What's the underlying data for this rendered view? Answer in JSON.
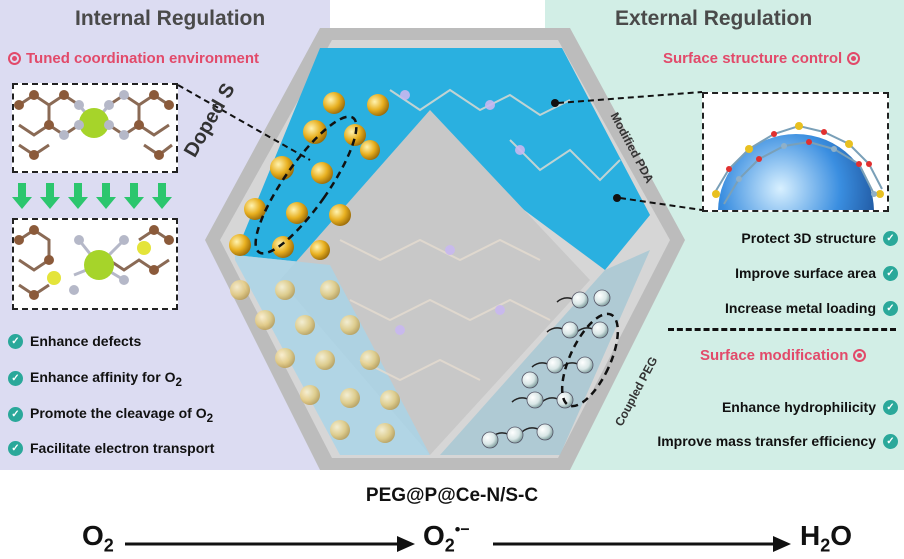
{
  "left": {
    "title": "Internal Regulation",
    "subtitle": "Tuned coordination environment",
    "items": [
      {
        "text": "Enhance defects"
      },
      {
        "text": "Enhance affinity for O",
        "sub": "2"
      },
      {
        "text": "Promote the cleavage of O",
        "sub": "2"
      },
      {
        "text": "Facilitate electron transport"
      }
    ]
  },
  "right": {
    "title": "External Regulation",
    "subtitle1": "Surface structure control",
    "items1": [
      "Protect 3D structure",
      "Improve surface area",
      "Increase metal loading"
    ],
    "subtitle2": "Surface modification",
    "items2": [
      "Enhance hydrophilicity",
      "Improve mass transfer efficiency"
    ]
  },
  "center": {
    "doped_label": "Doped S",
    "pda_label": "Modified PDA",
    "peg_label": "Coupled PEG",
    "material": "PEG@P@Ce-N/S-C"
  },
  "reaction": {
    "reactant": "O",
    "reactant_sub": "2",
    "intermediate": "O",
    "intermediate_sub": "2",
    "intermediate_sup": "•−",
    "product": "H",
    "product_sub": "2",
    "product_tail": "O"
  },
  "colors": {
    "left_bg": "#dcdcf2",
    "right_bg": "#d2eee6",
    "accent_red": "#e24a6a",
    "check": "#2aa89a",
    "facet_blue": "#2ab0e0",
    "sulfur": "#e8b020"
  }
}
